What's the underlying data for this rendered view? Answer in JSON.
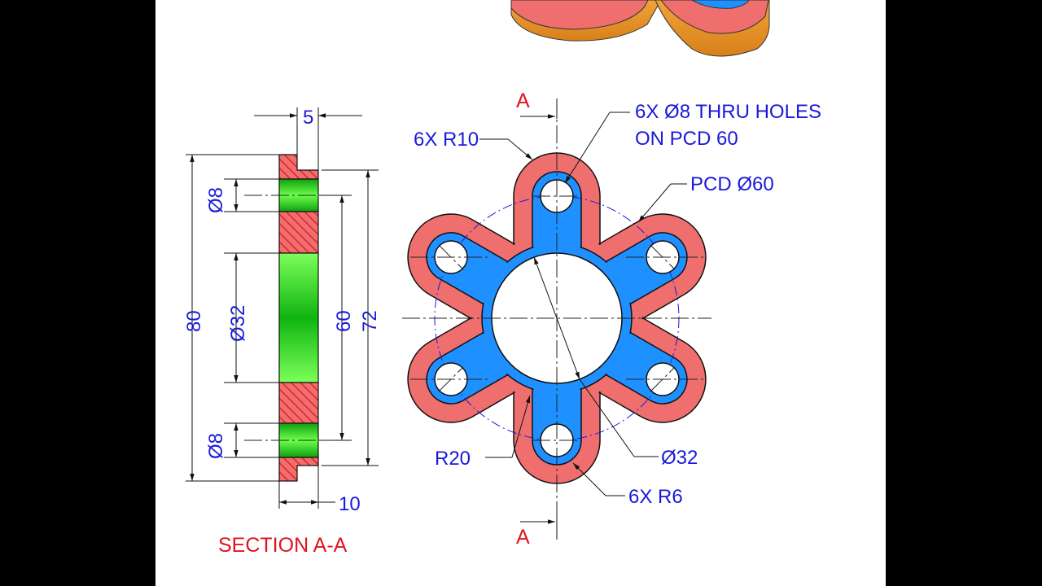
{
  "section_view": {
    "dims": {
      "top_width": "5",
      "bottom_width": "10",
      "overall": "80",
      "outer": "72",
      "pcd": "60",
      "bore": "Ø32",
      "hole_top": "Ø8",
      "hole_bottom": "Ø8"
    },
    "title": "SECTION A-A"
  },
  "front_view": {
    "section_mark_top": "A",
    "section_mark_bottom": "A",
    "callouts": {
      "holes_line1": "6X Ø8 THRU HOLES",
      "holes_line2": "ON PCD 60",
      "lobe_radius": "6X R10",
      "pcd": "PCD Ø60",
      "inner_radius": "R20",
      "bore": "Ø32",
      "slot_radius": "6X R6"
    }
  },
  "colors": {
    "outer_body": "#ef6e6e",
    "inner_face": "#1e90ff",
    "section_bore": "#22d422",
    "hatch": "#e0141e",
    "dimension": "#1a1adb"
  }
}
